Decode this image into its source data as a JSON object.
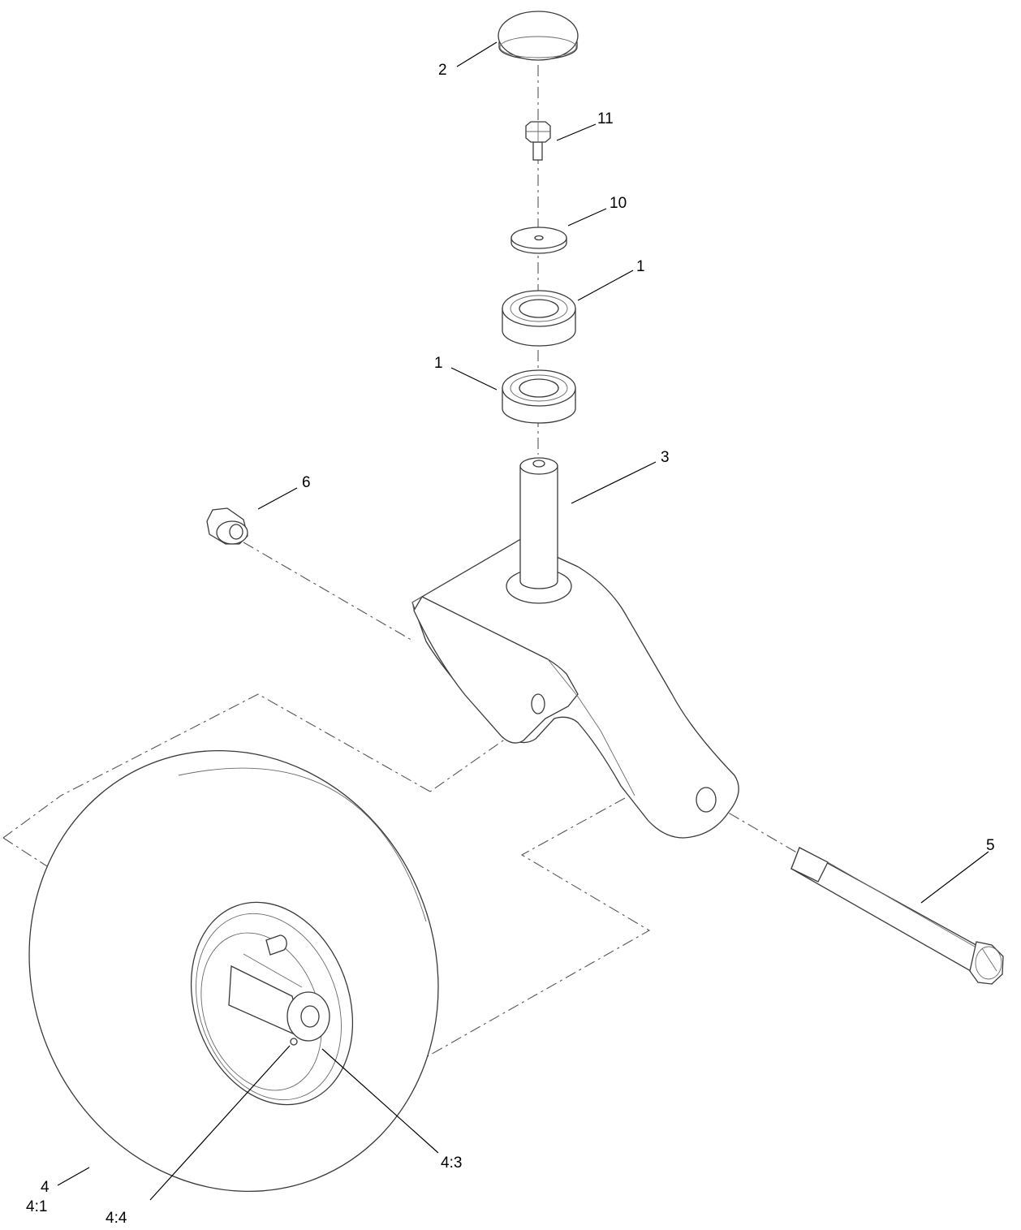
{
  "callouts": {
    "c2": "2",
    "c11": "11",
    "c10": "10",
    "c1_upper": "1",
    "c1_lower": "1",
    "c3": "3",
    "c6": "6",
    "c5": "5",
    "c4": "4",
    "c4_1": "4:1",
    "c4_3": "4:3",
    "c4_4": "4:4"
  }
}
